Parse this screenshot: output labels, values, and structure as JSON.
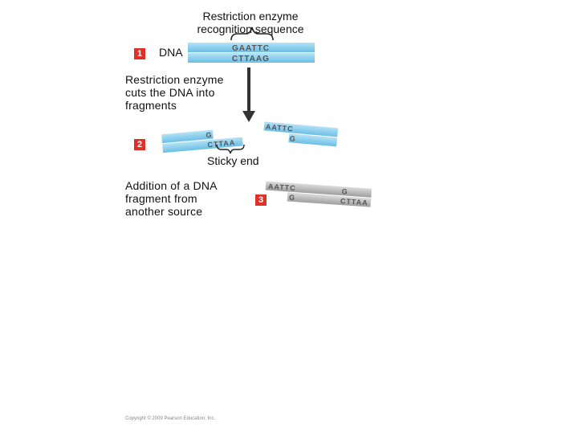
{
  "header": {
    "recognition_label": "Restriction enzyme\nrecognition sequence"
  },
  "step1": {
    "badge": "1",
    "dna_label": "DNA",
    "top_strand": "GAATTC",
    "bottom_strand": "CTTAAG"
  },
  "cut": {
    "label": "Restriction enzyme\ncuts the DNA into\nfragments"
  },
  "step2": {
    "badge": "2",
    "left_top": "G",
    "left_bottom": "CTTAA",
    "right_top": "AATTC",
    "right_bottom": "G",
    "sticky_end_label": "Sticky end"
  },
  "step3": {
    "badge": "3",
    "label": "Addition of a DNA\nfragment from\nanother source",
    "top_left": "AATTC",
    "bottom_left": "G",
    "top_right": "G",
    "bottom_right": "CTTAA"
  },
  "footer": {
    "copyright": "Copyright © 2009 Pearson Education, Inc."
  },
  "colors": {
    "dna_blue": "#8fd0ee",
    "dna_blue_dark": "#5ab4e0",
    "foreign_gray": "#b8b8b8",
    "badge_red": "#e0302a",
    "arrow": "#333333"
  }
}
